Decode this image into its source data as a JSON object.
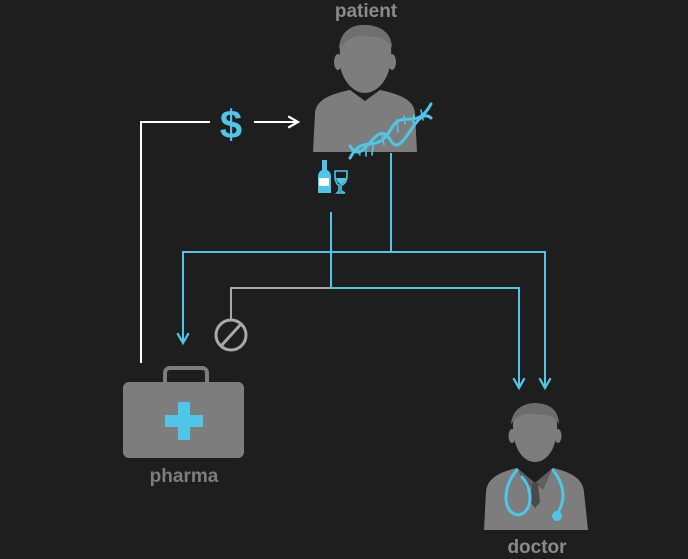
{
  "nodes": {
    "patient": {
      "label": "patient"
    },
    "pharma": {
      "label": "pharma"
    },
    "doctor": {
      "label": "doctor"
    }
  },
  "money": {
    "symbol": "$"
  },
  "colors": {
    "background": "#1e1e1e",
    "figure_gray": "#7d7d7d",
    "label_gray": "#8a8a8a",
    "accent_blue": "#4fc6e8",
    "money_line": "#ffffff",
    "blocked_gray": "#a9a9a9"
  },
  "icons": [
    "patient-person-icon",
    "dna-helix-icon",
    "wine-bottle-and-glass-icon",
    "medical-briefcase-icon",
    "doctor-with-stethoscope-icon",
    "prohibited-icon",
    "dollar-icon"
  ]
}
